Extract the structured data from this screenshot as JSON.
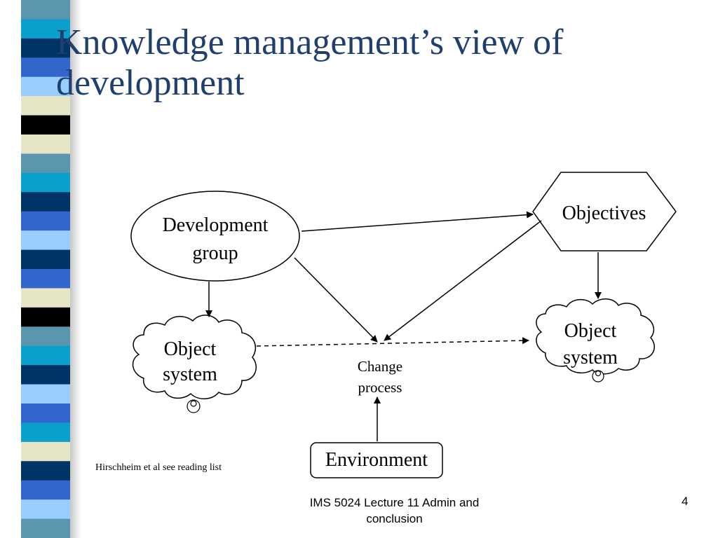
{
  "slide": {
    "title": "Knowledge management’s view of development",
    "citation": "Hirschheim et al see reading list",
    "footer": "IMS 5024 Lecture 11 Admin and conclusion",
    "page_number": "4"
  },
  "diagram": {
    "development_group": "Development group",
    "objectives": "Objectives",
    "object_system_left": "Object system",
    "object_system_right": "Object system",
    "change_process": "Change process",
    "environment": "Environment"
  },
  "colors": {
    "title": "#1f3f6f",
    "stripe_navy": "#003366",
    "stripe_teal": "#5a97ae",
    "stripe_cyan": "#0aa0cc",
    "stripe_blue": "#3366cc",
    "stripe_light_blue": "#99ccff",
    "stripe_cream": "#e6e6c6",
    "stripe_black": "#000000"
  }
}
